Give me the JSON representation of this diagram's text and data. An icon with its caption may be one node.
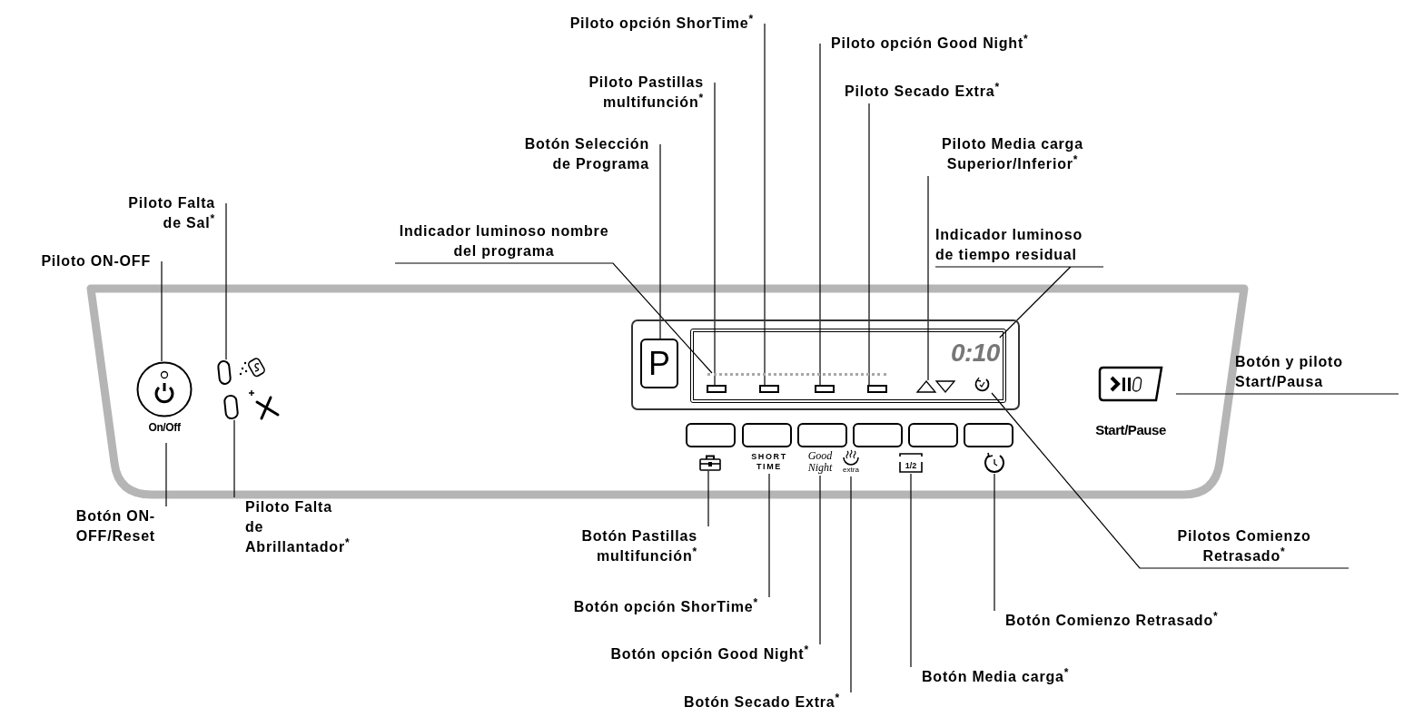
{
  "diagram": {
    "nodes": [
      {
        "text": [
          "Piloto opción ShorTime$^{*}$"
        ]
      },
      {
        "text": [
          "Piloto opción Good Night$^{*}$"
        ]
      },
      {
        "text": [
          "Piloto Pastillas multifunción$^{*}$"
        ]
      },
      {
        "text": [
          "Piloto Secado Extra$^{*}$"
        ]
      },
      {
        "text": [
          "Botón Selección de Programa"
        ]
      },
      {
        "text": [
          "Piloto Media carga Superior/Inferior$^{*}$"
        ]
      },
      {
        "text": [
          "Piloto Falta de Sal$^{*}$"
        ]
      },
      {
        "text": [
          "Indicador luminoso nombre del programa"
        ]
      },
      {
        "text": [
          "Indicador luminoso de tiempo residual"
        ]
      },
      {
        "text": [
          "Piloto ON-OFF"
        ]
      },
      {
        "text": [
          "On/Off"
        ]
      },
      {
        "text": [],
        "shape": "box"
      },
      {
        "text": [],
        "shape": "box"
      },
      {
        "text": [
          "P"
        ]
      },
      {
        "text": [],
        "shape": "box"
      },
      {
        "text": [],
        "shape": "box",
        "in": 14
      },
      {
        "text": [],
        "shape": "box",
        "in": 14
      },
      {
        "text": [],
        "shape": "box",
        "in": 14
      },
      {
        "text": [],
        "shape": "box",
        "in": 14
      },
      {
        "text": [],
        "shape": "bar",
        "in": 14
      },
      {
        "text": [],
        "shape": "triangle",
        "in": 14
      },
      {
        "text": [
          "0:10"
        ],
        "in": 14
      },
      {
        "text": [],
        "shape": "clock",
        "in": 14
      },
      {
        "text": [
          "Start/Pause"
        ]
      },
      {
        "text": [
          "Botón y piloto Start/Pausa"
        ]
      },
      {
        "text": [],
        "shape": "picture"
      },
      {
        "text": [
          "SHORT TIME"
        ]
      },
      {
        "text": [
          "Good Night"
        ]
      },
      {
        "text": [
          "extra"
        ]
      },
      {
        "text": [
          "1/2"
        ]
      },
      {
        "text": [],
        "shape": "picture"
      },
      {
        "text": [
          "Botón ON-OFF/Reset"
        ]
      },
      {
        "text": [
          "Botón Pastillas multifunción$^{*}$"
        ]
      },
      {
        "text": [
          "Piloto Falta de Abrillantador$^{*}$"
        ]
      },
      {
        "text": [
          "Botón opción ShorTime$^{*}$"
        ]
      },
      {
        "text": [
          "Botón Comienzo Retrasado$^{*}$"
        ]
      },
      {
        "text": [
          "Botón opción Good Night$^{*}$"
        ]
      },
      {
        "text": [
          "Botón Media carga$^{*}$"
        ]
      },
      {
        "text": [
          "Botón Secado Extra$^{*}$"
        ]
      },
      {
        "text": [
          "Pilotos Comienzo Retrasado$^{*}$"
        ]
      }
    ],
    "edges": [
      {
        "from": 0,
        "to": 16,
        "arrow": "none"
      },
      {
        "from": 1,
        "to": 17,
        "arrow": "none"
      },
      {
        "from": 2,
        "to": 15,
        "arrow": "none"
      },
      {
        "from": 3,
        "to": 18,
        "arrow": "none"
      },
      {
        "from": 4,
        "to": 13,
        "arrow": "none"
      },
      {
        "from": 5,
        "to": 20,
        "arrow": "none"
      },
      {
        "from": 6,
        "to": 11,
        "arrow": "none"
      },
      {
        "from": 7,
        "to": 19,
        "arrow": "none"
      },
      {
        "from": 8,
        "to": 21,
        "arrow": "none"
      },
      {
        "from": 9,
        "to": 10,
        "arrow": "none"
      },
      {
        "from": 24,
        "to": 23,
        "arrow": "none"
      },
      {
        "from": 31,
        "to": 10,
        "arrow": "none"
      },
      {
        "from": 33,
        "to": 12,
        "arrow": "none"
      },
      {
        "from": 32,
        "to": 25,
        "arrow": "none"
      },
      {
        "from": 34,
        "to": 26,
        "arrow": "none"
      },
      {
        "from": 36,
        "to": 27,
        "arrow": "none"
      },
      {
        "from": 38,
        "to": 28,
        "arrow": "none"
      },
      {
        "from": 37,
        "to": 29,
        "arrow": "none"
      },
      {
        "from": 35,
        "to": 30,
        "arrow": "none"
      },
      {
        "from": 39,
        "to": 22,
        "arrow": "none"
      }
    ]
  }
}
